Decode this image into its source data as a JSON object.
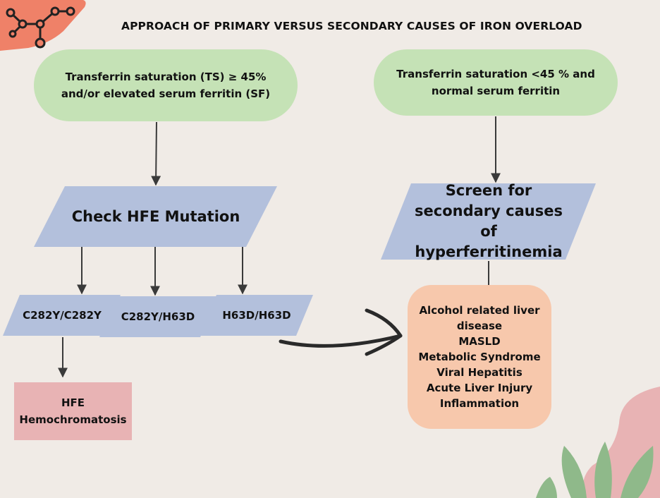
{
  "title": "APPROACH OF PRIMARY VERSUS SECONDARY CAUSES OF IRON OVERLOAD",
  "icon": "network-nodes-logo",
  "colors": {
    "background": "#f0ebe6",
    "green": "#c5e2b6",
    "blue": "#b3c0dc",
    "pink": "#e8b3b4",
    "peach": "#f7c8ac",
    "logo": "#ef8168"
  },
  "nodes": {
    "ts_high": "Transferrin saturation (TS) ≥ 45% and/or elevated serum ferritin (SF)",
    "ts_low": "Transferrin saturation <45 % and normal serum ferritin",
    "check_hfe": "Check HFE Mutation",
    "screen_secondary": "Screen for secondary causes of hyperferritinemia",
    "c282y_c282y": "C282Y/C282Y",
    "c282y_h63d": "C282Y/H63D",
    "h63d_h63d": "H63D/H63D",
    "hfe_hemochromatosis": "HFE Hemochromatosis",
    "secondary_causes": [
      "Alcohol related liver disease",
      "MASLD",
      "Metabolic Syndrome",
      "Viral Hepatitis",
      "Acute Liver Injury",
      "Inflammation"
    ]
  }
}
